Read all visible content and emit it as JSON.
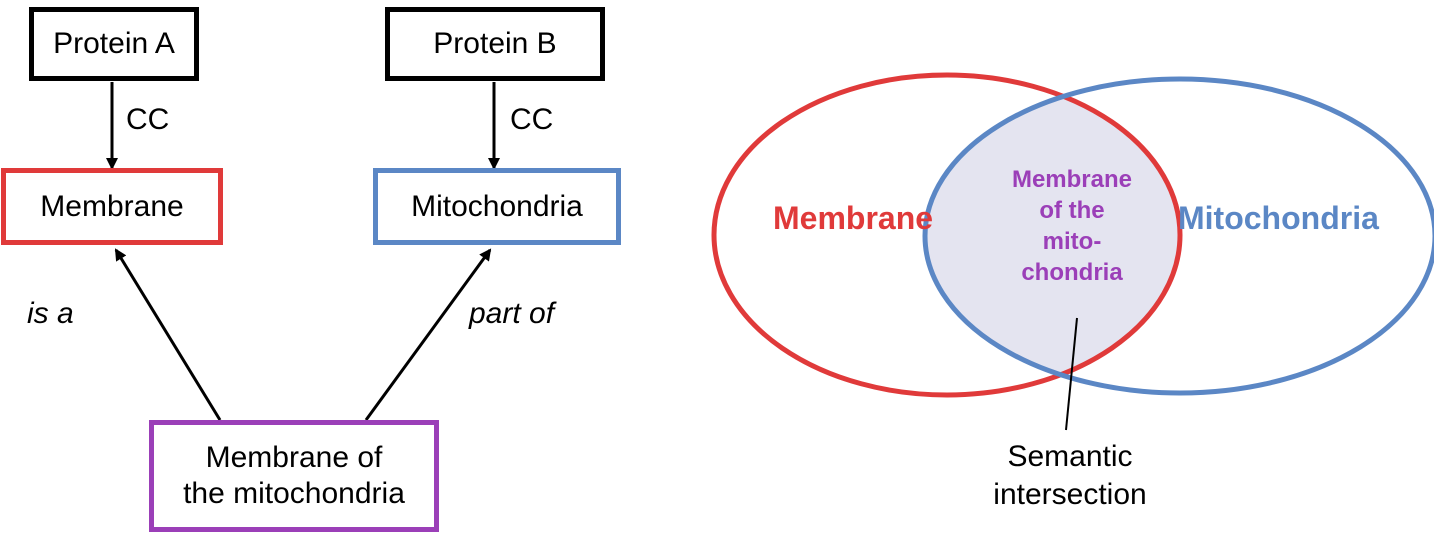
{
  "left_diagram": {
    "protein_a": "Protein A",
    "protein_b": "Protein B",
    "membrane": "Membrane",
    "mitochondria": "Mitochondria",
    "membrane_of_mito_line1": "Membrane of",
    "membrane_of_mito_line2": "the mitochondria",
    "edge_cc_a": "CC",
    "edge_cc_b": "CC",
    "edge_is_a": "is a",
    "edge_part_of": "part of"
  },
  "venn": {
    "left_label": "Membrane",
    "right_label": "Mitochondria",
    "intersection_line1": "Membrane",
    "intersection_line2": "of the",
    "intersection_line3": "mito-",
    "intersection_line4": "chondria",
    "callout_line1": "Semantic",
    "callout_line2": "intersection"
  },
  "colors": {
    "membrane": "#e03a3a",
    "mitochondria": "#5b87c5",
    "intersection": "#9b3fb8",
    "intersection_fill": "#e4e4f0"
  }
}
